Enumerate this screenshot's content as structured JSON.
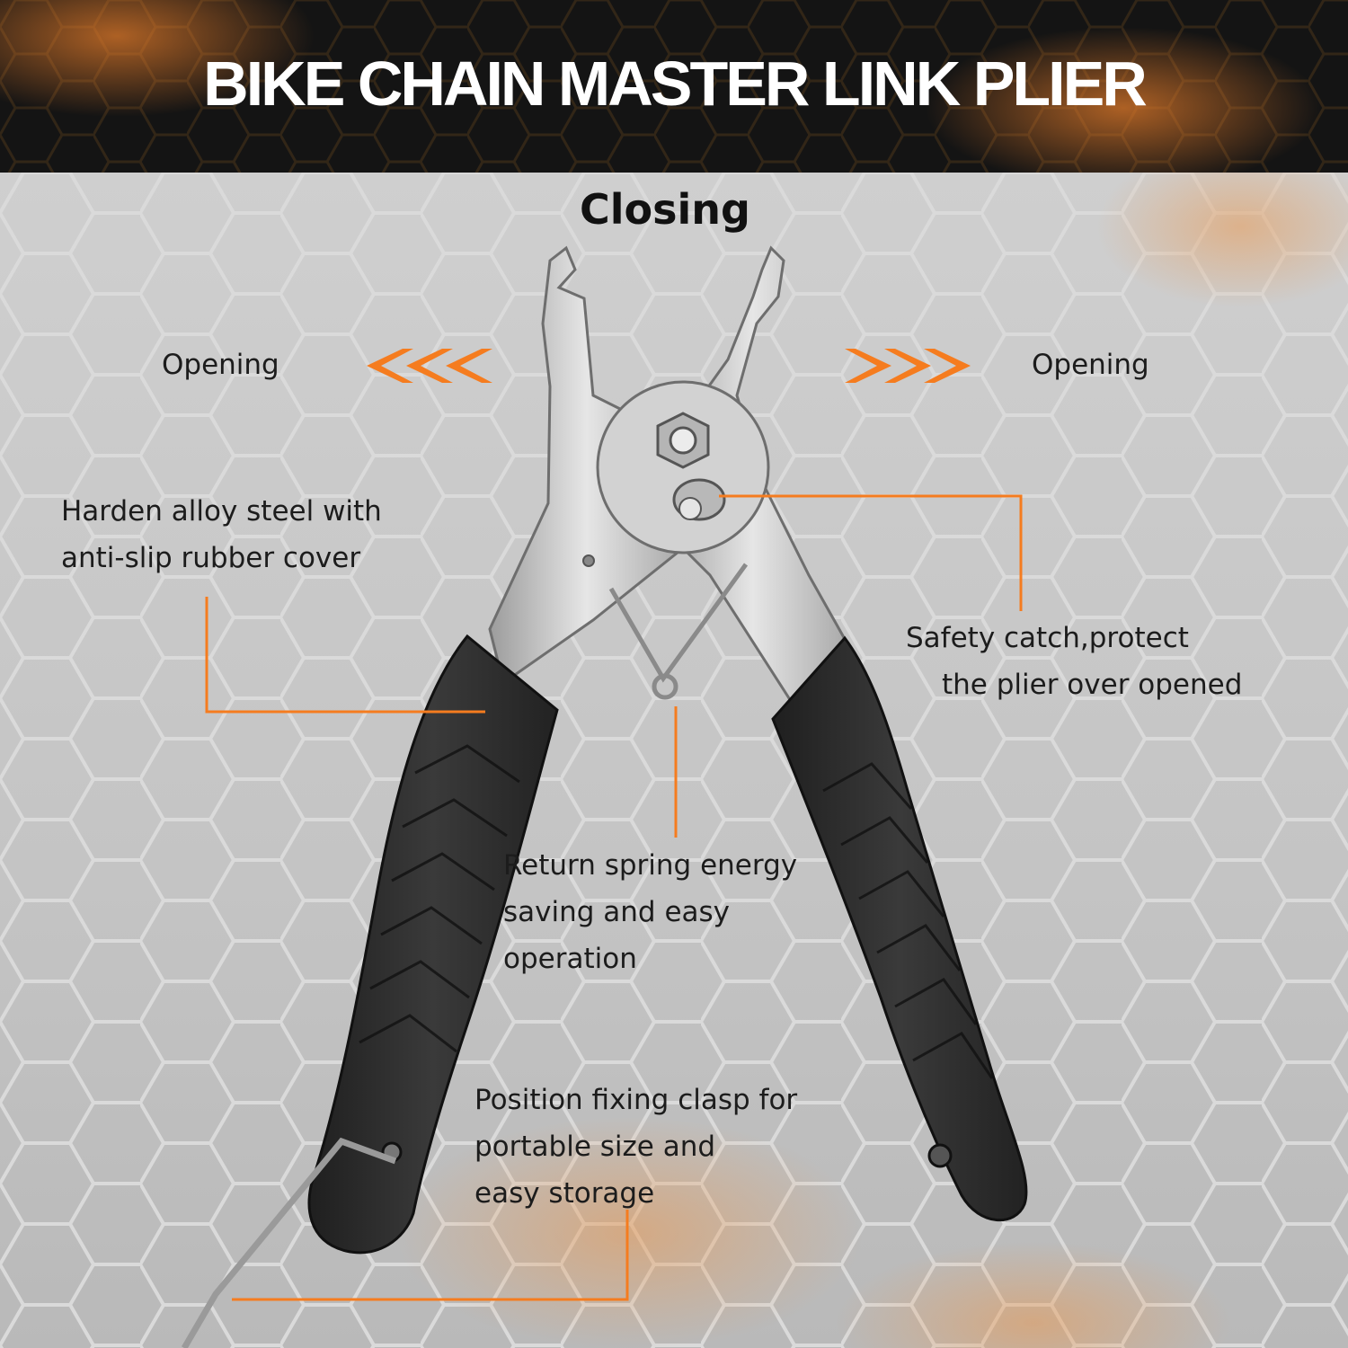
{
  "header": {
    "title": "BIKE CHAIN MASTER LINK PLIER"
  },
  "labels": {
    "closing": "Closing",
    "opening_left": "Opening",
    "opening_right": "Opening"
  },
  "callouts": {
    "harden": {
      "line1": "Harden alloy steel with",
      "line2": "anti-slip rubber cover"
    },
    "safety": {
      "line1": "Safety catch,protect",
      "line2": "the plier over opened"
    },
    "spring": {
      "line1": "Return spring energy",
      "line2": "saving and easy",
      "line3": "operation"
    },
    "clasp": {
      "line1": "Position fixing clasp for",
      "line2": "portable size and",
      "line3": "easy storage"
    }
  },
  "colors": {
    "accent": "#f57c1f",
    "banner": "#141414",
    "text": "#1c1c1c",
    "grip": "#2b2b2b",
    "steel": "#c8c8c8"
  },
  "icons": {
    "arrows_left": "triple-chevron-left-icon",
    "arrows_right": "triple-chevron-right-icon"
  }
}
